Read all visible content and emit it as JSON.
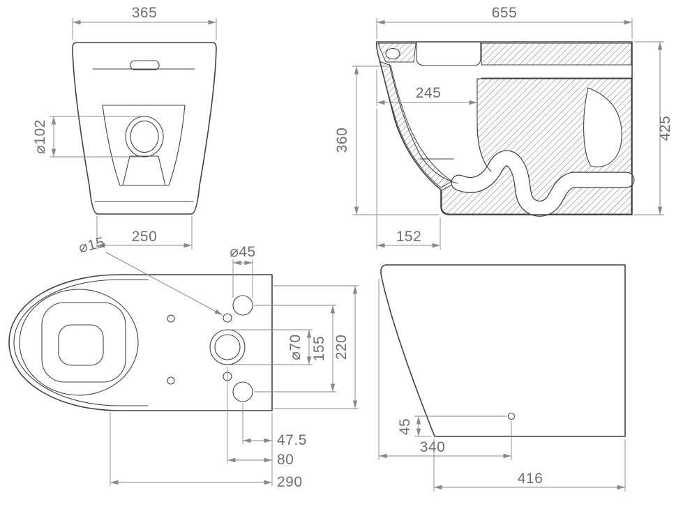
{
  "views": {
    "front_view": {
      "width_overall": "365",
      "outlet_dia": "⌀102",
      "width_base": "250"
    },
    "section_view": {
      "depth_overall": "655",
      "depth_bowl_inner": "245",
      "height_front": "360",
      "height_overall": "425",
      "base_setback": "152"
    },
    "plan_view": {
      "fixing_hole_dia": "⌀15",
      "flush_hole_dia": "⌀45",
      "outlet_dia": "⌀70",
      "hole_spacing": "155",
      "plate_width": "220",
      "offset_small": "47.5",
      "offset_outlet": "80",
      "offset_total": "290"
    },
    "profile_view": {
      "hole_height": "45",
      "hole_offset": "340",
      "base_depth": "416"
    }
  },
  "colors": {
    "outline": "#3f4143",
    "dimension_lines": "#87898c",
    "dimension_text": "#6d6e71",
    "background": "#ffffff"
  }
}
